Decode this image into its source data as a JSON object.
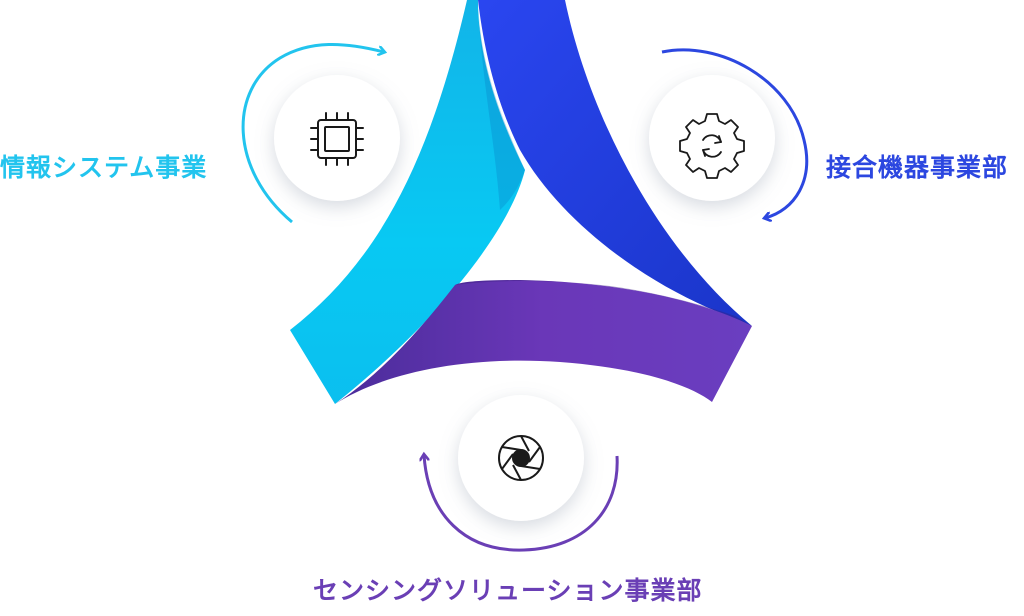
{
  "divisions": [
    {
      "id": "info",
      "label": "情報システム事業",
      "icon": "cpu-chip-icon",
      "color": "#22c4ee"
    },
    {
      "id": "conn",
      "label": "接合機器事業部",
      "icon": "gear-cycle-icon",
      "color": "#2c47e0"
    },
    {
      "id": "sens",
      "label": "センシングソリューション事業部",
      "icon": "camera-aperture-icon",
      "color": "#6a3fb5"
    }
  ],
  "colors": {
    "cyan": "#0cc8f2",
    "blue": "#1f3fe6",
    "purple": "#6a37b8",
    "icon_stroke": "#1a1a1a"
  }
}
